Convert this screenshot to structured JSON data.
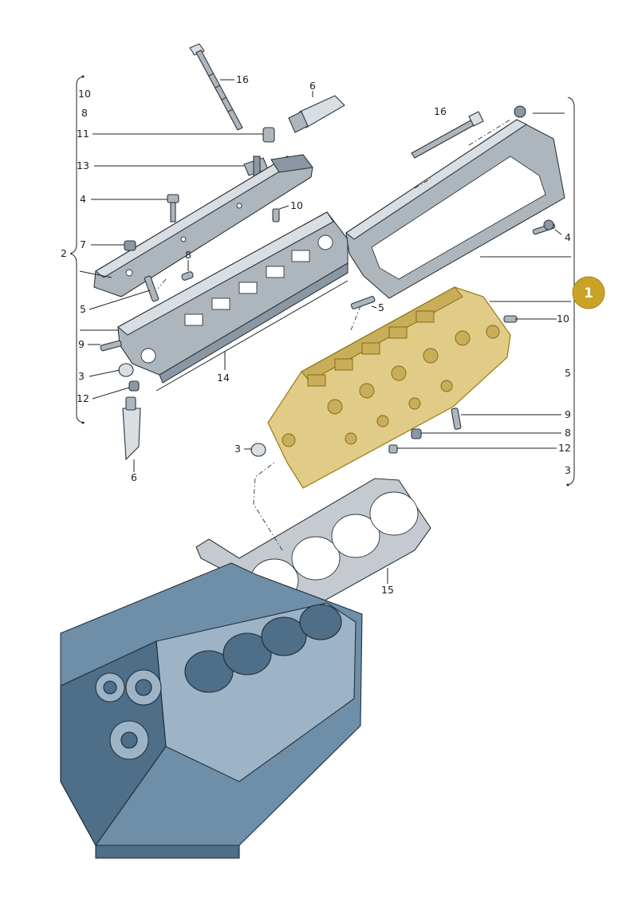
{
  "labels": {
    "l16a": "16",
    "l6a": "6",
    "l10a": "10",
    "l8a": "8",
    "l11": "11",
    "l13": "13",
    "l4a": "4",
    "l10b": "10",
    "l7": "7",
    "l2": "2",
    "l8b": "8",
    "l5a": "5",
    "l9a": "9",
    "l14": "14",
    "l3a": "3",
    "l12a": "12",
    "l6b": "6",
    "l16b": "16",
    "l4b": "4",
    "l5b": "5",
    "l10c": "10",
    "l5c": "5",
    "l9b": "9",
    "l8c": "8",
    "l3b": "3",
    "l12b": "12",
    "l3c": "3",
    "l15": "15"
  },
  "callout": {
    "number": "1",
    "color": "#c9a227"
  },
  "colors": {
    "highlight": "#e0cc86",
    "block": "#6f8ea8"
  }
}
